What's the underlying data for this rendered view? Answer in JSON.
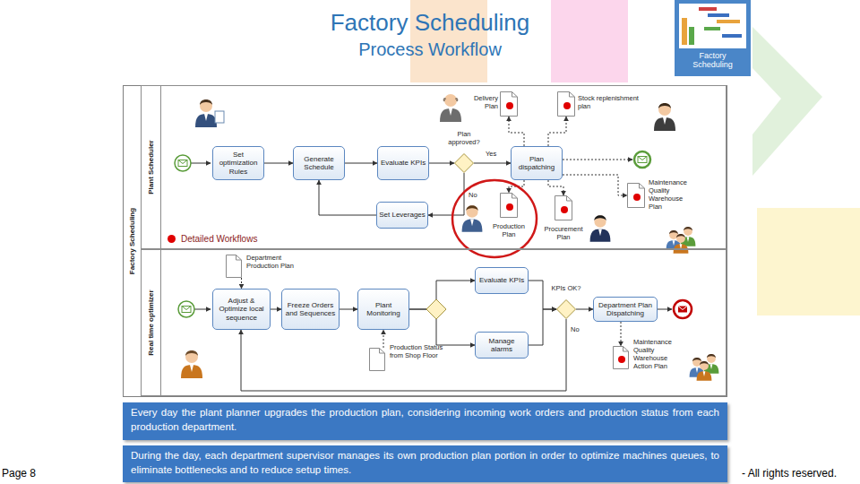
{
  "diagram": {
    "title": "Factory Scheduling",
    "nodes": [
      {
        "text": [
          "Factory Scheduling"
        ]
      },
      {
        "text": [
          "Plant Scheduler"
        ],
        "in": 0
      },
      {
        "text": [
          "Set optimization Rules"
        ],
        "in": 1
      },
      {
        "text": [
          "Generate Schedule"
        ],
        "in": 1
      },
      {
        "text": [
          "Evaluate KPIs"
        ],
        "in": 1
      },
      {
        "text": [
          "Plan approved?"
        ],
        "in": 1
      },
      {
        "text": [
          "Delivery Plan"
        ],
        "in": 1
      },
      {
        "text": [
          "Stock replenishment plan"
        ],
        "in": 1
      },
      {
        "text": [
          "Plan dispatching"
        ],
        "in": 1
      },
      {
        "text": [
          "Maintenance Quality Warehouse Plan"
        ],
        "in": 1
      },
      {
        "text": [
          "Set Leverages"
        ],
        "in": 1
      },
      {
        "text": [
          "Production Plan"
        ],
        "in": 1
      },
      {
        "text": [
          "Procurement Plan"
        ],
        "in": 1
      },
      {
        "text": [
          "Real time optimizer"
        ],
        "in": 0
      },
      {
        "text": [
          "Department Production Plan"
        ],
        "in": 13
      },
      {
        "text": [
          "Adjust & Optimize local sequence"
        ],
        "in": 13
      },
      {
        "text": [
          "Freeze Orders and Sequences"
        ],
        "in": 13
      },
      {
        "text": [
          "Plant Monitoring"
        ],
        "in": 13
      },
      {
        "text": [
          "Evaluate KPIs"
        ],
        "in": 13
      },
      {
        "text": [
          "Manage alarms"
        ],
        "in": 13
      },
      {
        "text": [
          "KPIs OK?"
        ],
        "in": 13
      },
      {
        "text": [
          "Department Plan Dispatching"
        ],
        "in": 13
      },
      {
        "text": [
          "Production Status from Shop Floor"
        ],
        "in": 13
      },
      {
        "text": [
          "Maintenance Quality Warehouse Action Plan"
        ],
        "in": 13
      },
      {
        "text": [
          "Every day the plant planner upgrades the production plan, considering incoming work orders and production status from each production department."
        ]
      },
      {
        "text": [
          "During the day, each department supervisor manages its own production plan portion in order to optimize machines queues, to eliminate bottlenecks and to reduce setup times."
        ]
      }
    ],
    "edges": [
      {
        "from": 2,
        "to": 3,
        "arrow": "to"
      },
      {
        "from": 3,
        "to": 4,
        "arrow": "to"
      },
      {
        "from": 4,
        "to": 5,
        "arrow": "to"
      },
      {
        "from": 5,
        "to": 8,
        "label": "Yes",
        "arrow": "to"
      },
      {
        "from": 5,
        "to": 10,
        "label": "No",
        "arrow": "to"
      },
      {
        "from": 10,
        "to": 3,
        "arrow": "to"
      },
      {
        "from": 8,
        "to": 6,
        "arrow": "to"
      },
      {
        "from": 8,
        "to": 7,
        "arrow": "to"
      },
      {
        "from": 8,
        "to": 11,
        "arrow": "to"
      },
      {
        "from": 8,
        "to": 12,
        "arrow": "to"
      },
      {
        "from": 8,
        "to": 9,
        "arrow": "to"
      },
      {
        "from": 14,
        "to": 15,
        "arrow": "to"
      },
      {
        "from": 15,
        "to": 16,
        "arrow": "to"
      },
      {
        "from": 16,
        "to": 17,
        "arrow": "to"
      },
      {
        "from": 17,
        "to": 18,
        "arrow": "to"
      },
      {
        "from": 17,
        "to": 19,
        "arrow": "to"
      },
      {
        "from": 18,
        "to": 20,
        "arrow": "to"
      },
      {
        "from": 19,
        "to": 20,
        "arrow": "to"
      },
      {
        "from": 20,
        "to": 21,
        "arrow": "to"
      },
      {
        "from": 20,
        "to": 15,
        "label": "No",
        "arrow": "to"
      },
      {
        "from": 22,
        "to": 17,
        "arrow": "to"
      },
      {
        "from": 21,
        "to": 23,
        "arrow": "to"
      }
    ],
    "labels": [
      "Process Workflow",
      "Factory Scheduling",
      "Page 8",
      "- All rights reserved."
    ],
    "legend": [
      {
        "text": "Detailed Workflows",
        "color": "#e00000"
      }
    ]
  }
}
